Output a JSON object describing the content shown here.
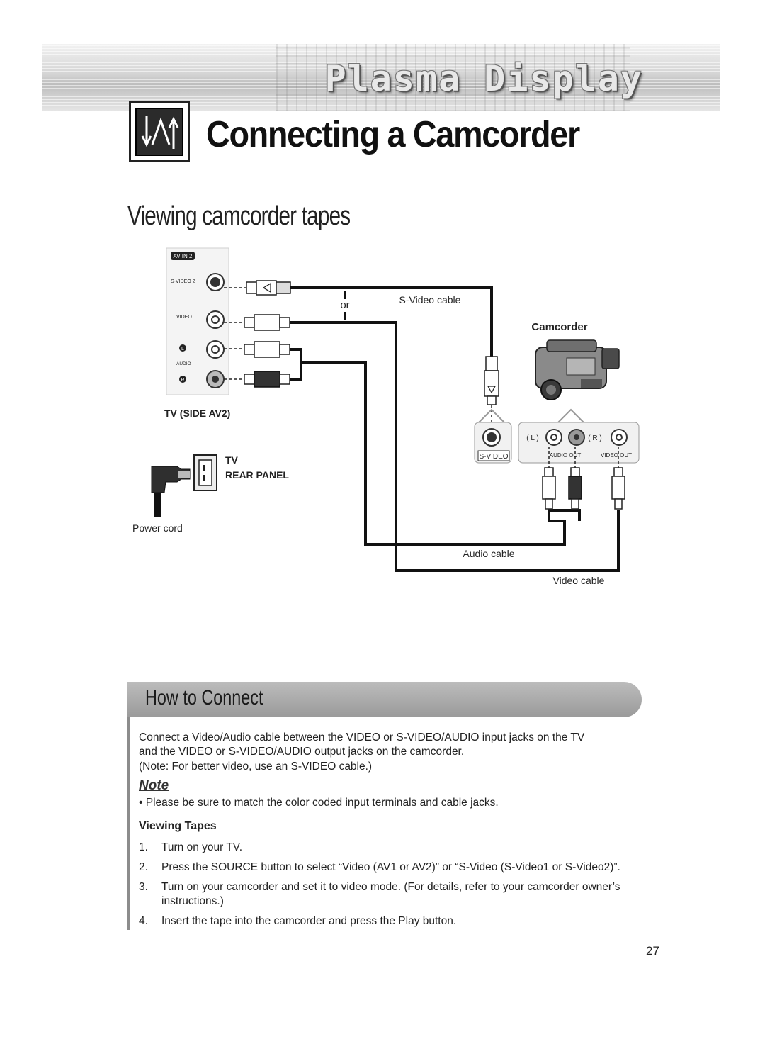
{
  "banner": {
    "title": "Plasma Display"
  },
  "page": {
    "title": "Connecting a Camcorder",
    "section_title": "Viewing camcorder tapes",
    "page_number": "27"
  },
  "diagram": {
    "av_in_label": "AV IN 2",
    "svideo2_label": "S-VIDEO 2",
    "video_label": "VIDEO",
    "l_label": "L",
    "audio_label": "AUDIO",
    "r_label": "R",
    "or_label": "or",
    "svideo_cable_label": "S-Video cable",
    "camcorder_label": "Camcorder",
    "tv_side_label": "TV (SIDE AV2)",
    "tv_label": "TV",
    "rear_panel_label": "REAR PANEL",
    "power_cord_label": "Power cord",
    "cam_svideo_label": "S-VIDEO",
    "cam_l_label": "( L )",
    "cam_r_label": "( R )",
    "cam_audio_out_label": "AUDIO OUT",
    "cam_video_out_label": "VIDEO OUT",
    "audio_cable_label": "Audio cable",
    "video_cable_label": "Video cable",
    "colors": {
      "line": "#111111",
      "red_plug": "#333333",
      "panel": "#f4f4f4"
    }
  },
  "how_to_connect": {
    "title": "How to Connect",
    "para_line1": "Connect a Video/Audio cable between the VIDEO or S-VIDEO/AUDIO input jacks on the TV",
    "para_line2": "and the VIDEO or S-VIDEO/AUDIO output jacks on the camcorder.",
    "para_line3": "(Note: For better video, use an S-VIDEO cable.)",
    "note_heading": "Note",
    "note_bullet": "•  Please be sure to match the color coded input terminals and cable jacks.",
    "viewing_tapes_heading": "Viewing Tapes",
    "steps": [
      {
        "num": "1.",
        "text": "Turn on your TV."
      },
      {
        "num": "2.",
        "text": "Press the SOURCE button to select “Video (AV1 or AV2)” or “S-Video (S-Video1 or S-Video2)”."
      },
      {
        "num": "3.",
        "text": "Turn on your camcorder and set it to video mode. (For details, refer to your camcorder owner’s instructions.)"
      },
      {
        "num": "4.",
        "text": "Insert the tape into the camcorder and press the Play button."
      }
    ]
  }
}
